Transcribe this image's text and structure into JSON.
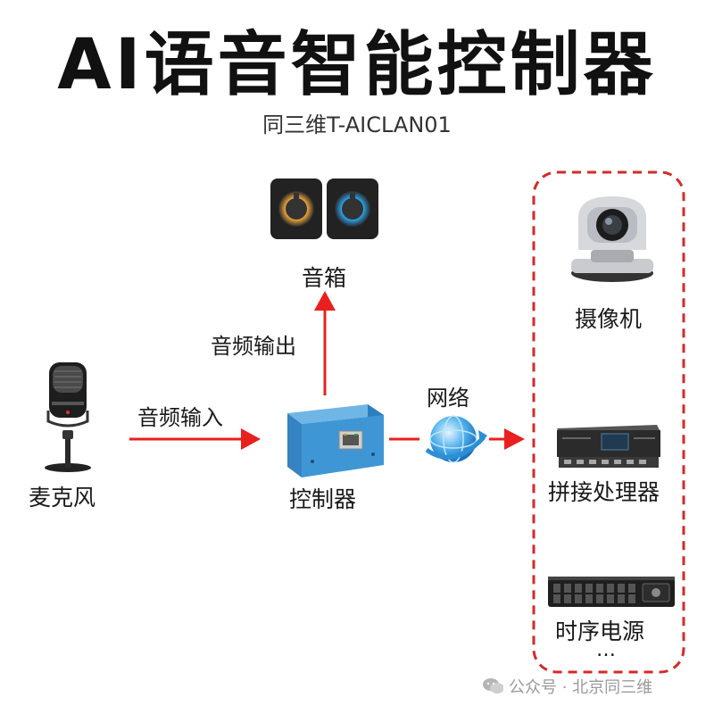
{
  "title": "AI语音智能控制器",
  "subtitle": "同三维T-AICLAN01",
  "nodes": {
    "microphone": "麦克风",
    "controller": "控制器",
    "speaker": "音箱",
    "camera": "摄像机",
    "splicer": "拼接处理器",
    "sequencer": "时序电源",
    "more": "…"
  },
  "edges": {
    "audio_in": "音频输入",
    "audio_out": "音频输出",
    "network": "网络"
  },
  "watermark": "公众号 · 北京同三维",
  "colors": {
    "arrow": "#e8201e",
    "group_border": "#d42a2a",
    "controller_body": "#3f96d4"
  },
  "icons": {
    "microphone": "microphone-icon",
    "controller": "controller-box-icon",
    "speaker": "speaker-icon",
    "network": "globe-network-icon",
    "camera": "ptz-camera-icon",
    "splicer": "video-processor-icon",
    "sequencer": "power-sequencer-icon",
    "watermark": "wechat-icon"
  }
}
